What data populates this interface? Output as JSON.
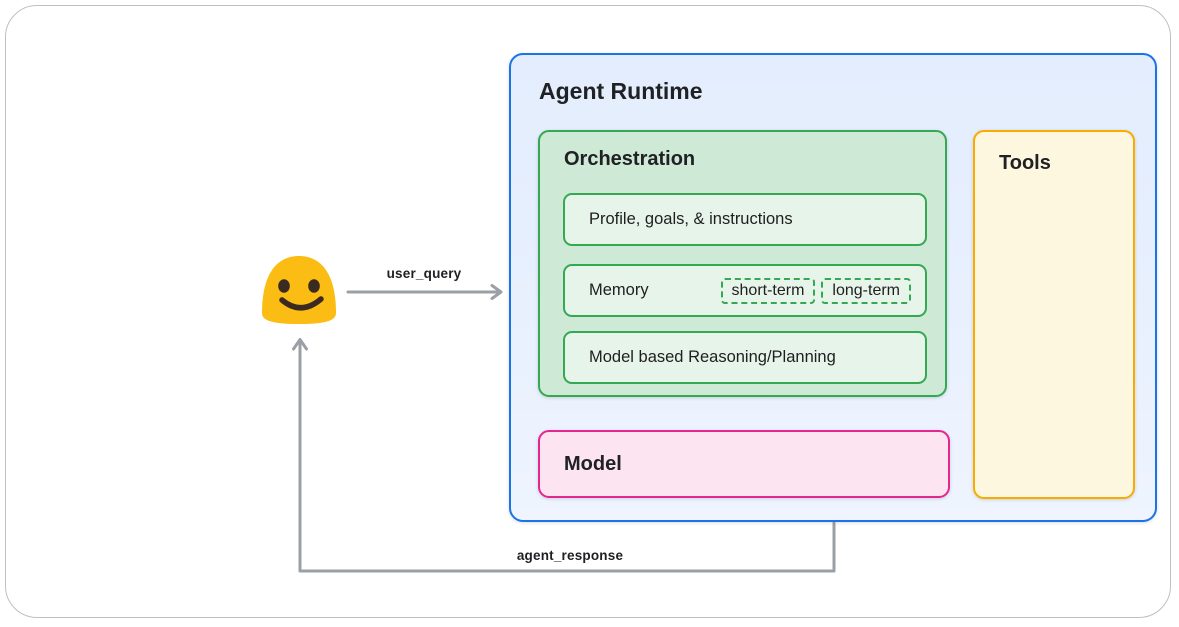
{
  "colors": {
    "outer_border": "#BDC1C6",
    "runtime_border": "#1A73E8",
    "runtime_fill": "#E8F0FE",
    "green_border": "#34A853",
    "orchestration_fill": "#CEEAD6",
    "inner_box_fill": "#E6F4EA",
    "model_border": "#E52592",
    "model_fill": "#FCE4F1",
    "tools_border": "#F9AB00",
    "tools_fill": "#FEF7E0",
    "arrow": "#9AA0A6",
    "smiley_body": "#FBBD13",
    "smiley_features": "#3A2A20",
    "text": "#1F1F1F"
  },
  "flows": {
    "user_query_label": "user_query",
    "agent_response_label": "agent_response"
  },
  "runtime": {
    "title": "Agent Runtime"
  },
  "orchestration": {
    "title": "Orchestration",
    "profile_label": "Profile, goals, & instructions",
    "memory_label": "Memory",
    "memory_chips": [
      {
        "label": "short-term"
      },
      {
        "label": "long-term"
      }
    ],
    "reasoning_label": "Model based Reasoning/Planning"
  },
  "model": {
    "title": "Model"
  },
  "tools": {
    "title": "Tools"
  }
}
